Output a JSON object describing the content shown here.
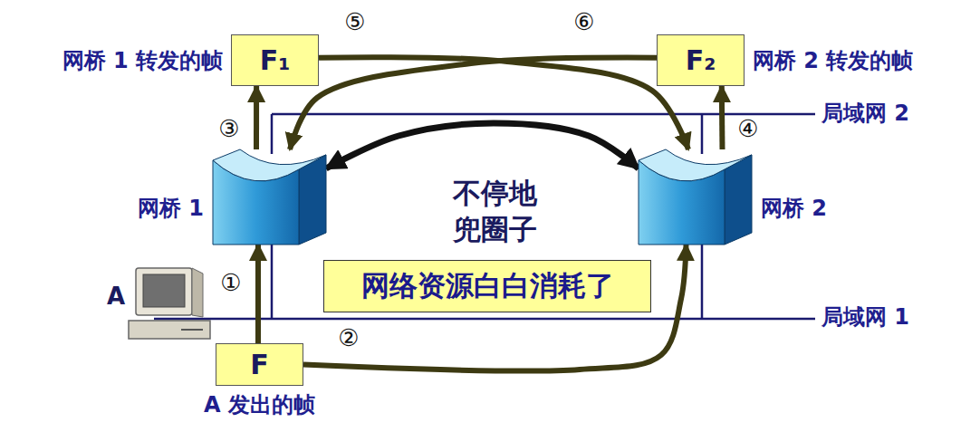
{
  "diagram": {
    "nodes": [
      {
        "text": [
          "F₁",
          "网桥 1 转发的帧"
        ]
      },
      {
        "text": [
          "F₂",
          "网桥 2 转发的帧"
        ]
      },
      {
        "text": [
          "网桥 1"
        ]
      },
      {
        "text": [
          "网桥 2"
        ]
      },
      {
        "text": [
          "F",
          "A 发出的帧"
        ]
      },
      {
        "text": [
          "网络资源白白消耗了"
        ]
      }
    ],
    "edges": [
      {
        "from": 4,
        "to": 2,
        "arrow": "to"
      },
      {
        "from": 4,
        "to": 3,
        "arrow": "to"
      },
      {
        "from": 2,
        "to": 0,
        "arrow": "to"
      },
      {
        "from": 3,
        "to": 1,
        "arrow": "to"
      },
      {
        "from": 0,
        "to": 3,
        "arrow": "to"
      },
      {
        "from": 1,
        "to": 2,
        "arrow": "to"
      },
      {
        "from": 2,
        "to": 3,
        "arrow": "both"
      }
    ],
    "labels": [
      "①",
      "②",
      "③",
      "④",
      "⑤",
      "⑥",
      "局域网 2",
      "局域网 1",
      "不停地 兜圈子",
      "A"
    ]
  }
}
